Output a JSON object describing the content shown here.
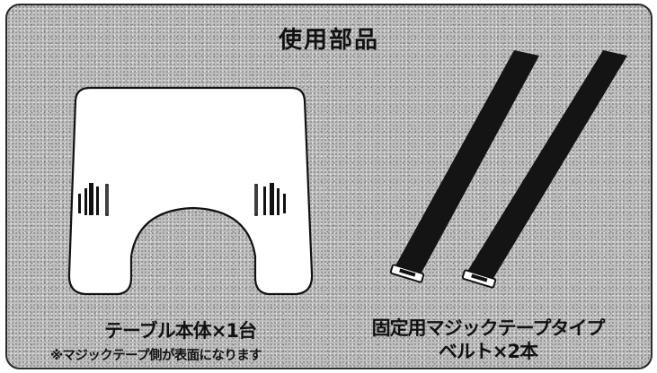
{
  "title": "使用部品",
  "table": {
    "label": "テーブル本体×1台",
    "note": "※マジックテープ側が表面になります"
  },
  "belt": {
    "label_line1": "固定用マジックテープタイプ",
    "label_line2": "ベルト×2本"
  },
  "colors": {
    "background_gray": "#bdbdbd",
    "outline": "#2a2a2a",
    "belt": "#141414",
    "part_fill": "#ffffff"
  }
}
